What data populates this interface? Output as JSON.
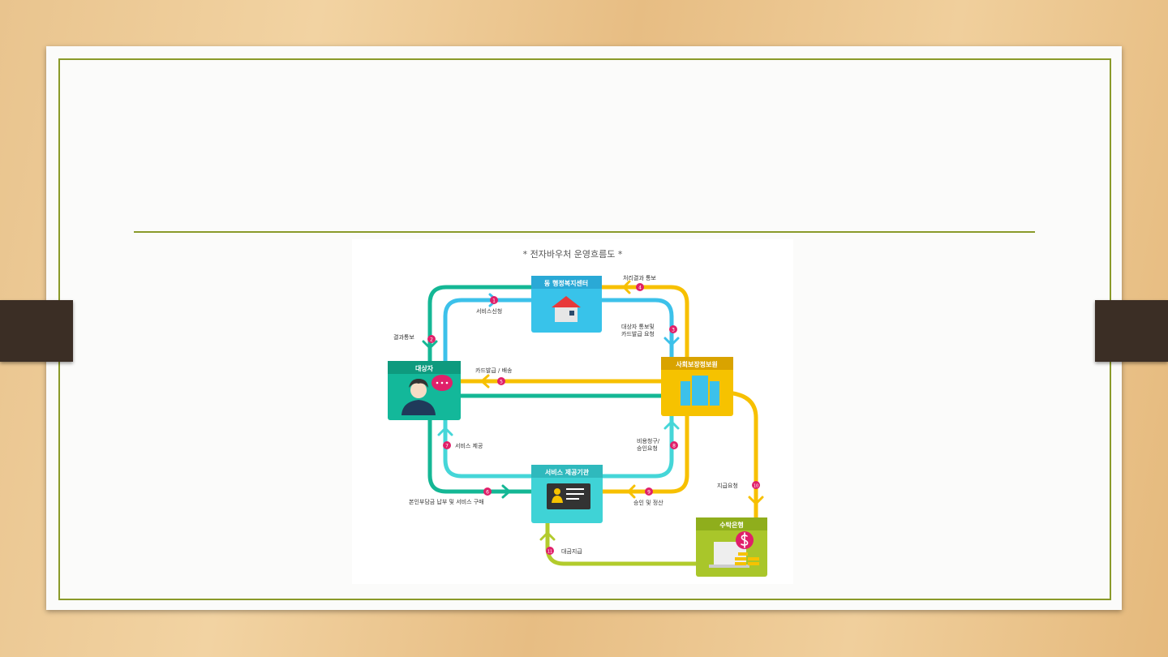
{
  "diagram": {
    "title": "* 전자바우처 운영흐름도 *",
    "nodes": {
      "center": "동 행정복지센터",
      "recipient": "대상자",
      "ssis": "사회보장정보원",
      "provider": "서비스 제공기관",
      "bank": "수탁은행"
    },
    "steps": [
      {
        "num": "1",
        "label": "서비스신청"
      },
      {
        "num": "2",
        "label": "결과통보"
      },
      {
        "num": "3",
        "label": "대상자 통보및",
        "label2": "카드발급 요청"
      },
      {
        "num": "4",
        "label": "처리결과 통보"
      },
      {
        "num": "5",
        "label": "카드발급 / 배송"
      },
      {
        "num": "6",
        "label": "본인부담금 납부 및 서비스 구매"
      },
      {
        "num": "7",
        "label": "서비스 제공"
      },
      {
        "num": "8",
        "label": "비용청구/",
        "label2": "승인요청"
      },
      {
        "num": "9",
        "label": "승인 및 정산"
      },
      {
        "num": "10",
        "label": "지급요청"
      },
      {
        "num": "11",
        "label": "대금지급"
      }
    ],
    "colors": {
      "teal": "#14b795",
      "blue": "#3cc1ea",
      "yellow": "#f7c000",
      "cyan": "#45d6d8",
      "lime": "#b2cb2c",
      "badge": "#e0206a"
    }
  }
}
